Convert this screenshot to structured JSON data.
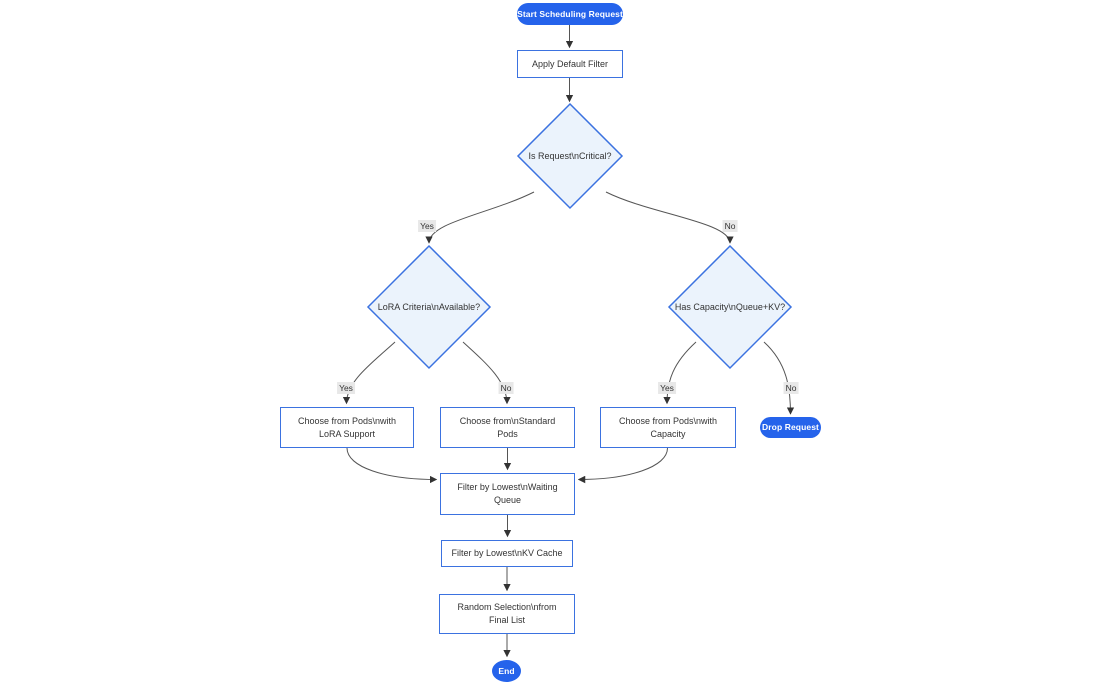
{
  "nodes": {
    "start": "Start Scheduling Request",
    "apply_filter": "Apply Default Filter",
    "is_critical": "Is Request\\nCritical?",
    "lora_criteria": "LoRA Criteria\\nAvailable?",
    "has_capacity": "Has Capacity\\nQueue+KV?",
    "choose_lora": "Choose from Pods\\nwith LoRA Support",
    "choose_standard": "Choose from\\nStandard Pods",
    "choose_capacity": "Choose from Pods\\nwith Capacity",
    "drop_request": "Drop Request",
    "filter_queue": "Filter by Lowest\\nWaiting Queue",
    "filter_kv": "Filter by Lowest\\nKV Cache",
    "random_selection": "Random Selection\\nfrom Final List",
    "end": "End"
  },
  "edge_labels": {
    "yes": "Yes",
    "no": "No"
  },
  "colors": {
    "accent": "#2563EB",
    "node_stroke": "#3B72E0",
    "diamond_fill": "#EBF3FC",
    "edge": "#555555",
    "arrow": "#333333",
    "label_bg": "#E8E8E8",
    "text": "#333333"
  }
}
